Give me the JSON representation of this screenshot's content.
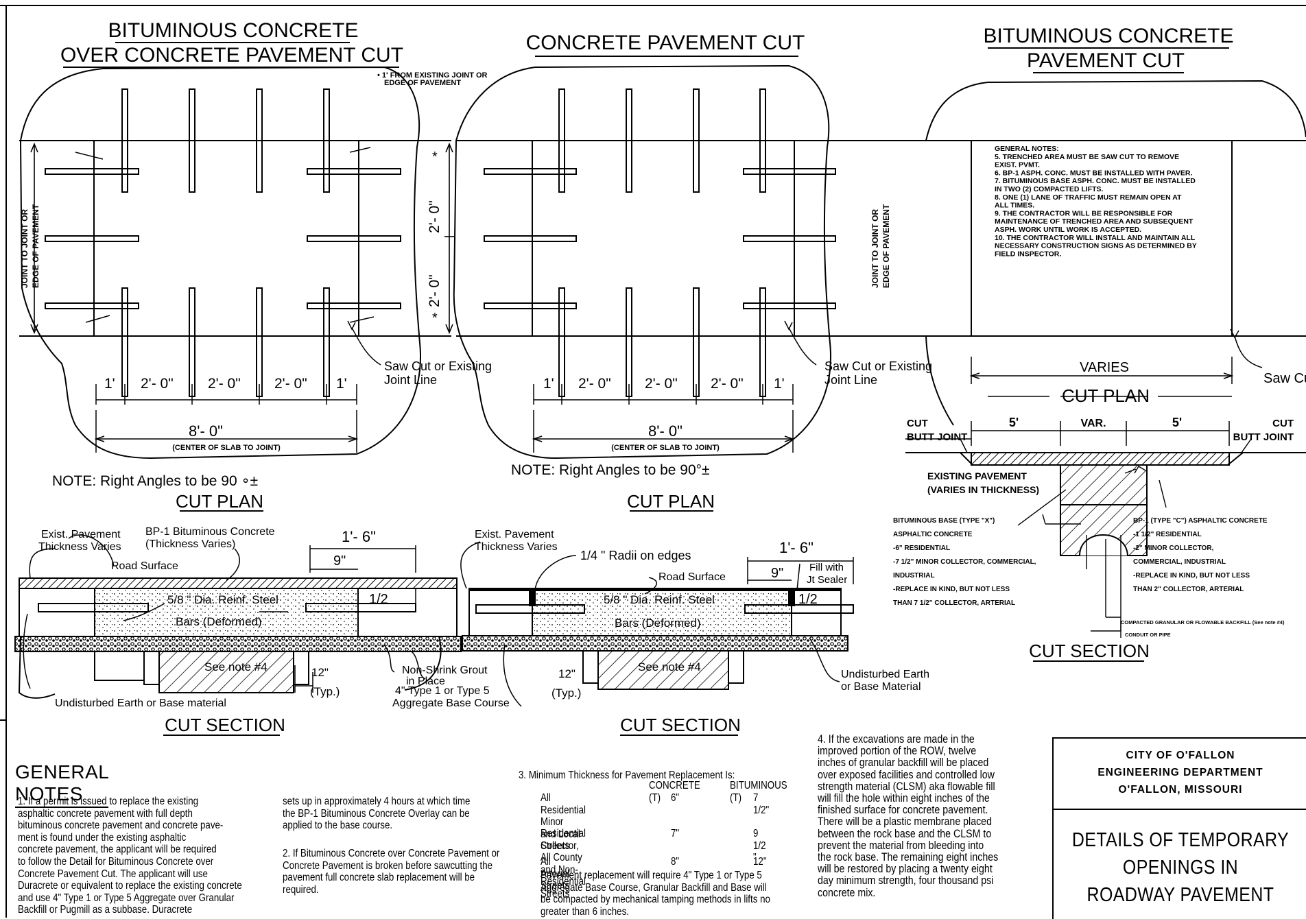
{
  "sections": {
    "bit_over_concrete": {
      "title_line1": "BITUMINOUS CONCRETE",
      "title_line2": "OVER CONCRETE PAVEMENT CUT"
    },
    "concrete": {
      "title": "CONCRETE PAVEMENT CUT"
    },
    "bituminous": {
      "title_line1": "BITUMINOUS CONCRETE",
      "title_line2": "PAVEMENT CUT"
    }
  },
  "plan_labels": {
    "from_joint_note_1": "• 1' FROM EXISTING JOINT OR",
    "from_joint_note_2": "EDGE OF PAVEMENT",
    "joint_to_joint_1": "JOINT TO JOINT OR",
    "joint_to_joint_2": "EDGE OF PAVEMENT",
    "two_foot": "2'- 0\"",
    "star": "*",
    "saw_cut_1": "Saw Cut or Existing",
    "saw_cut_2": "Joint Line",
    "saw_cut_short": "Saw Cu",
    "dim_1ft": "1'",
    "dim_2ft": "2'- 0\"",
    "dim_8ft": "8'- 0\"",
    "center_of_slab": "(CENTER OF SLAB TO JOINT)",
    "note_left": "NOTE:  Right Angles to be 90 ∘±",
    "note_mid": "NOTE:  Right Angles to be 90°±",
    "cut_plan": "CUT PLAN",
    "varies": "VARIES"
  },
  "general_notes_box": [
    "GENERAL NOTES:",
    "5. TRENCHED AREA MUST BE SAW CUT TO REMOVE",
    "EXIST. PVMT.",
    "6. BP-1 ASPH. CONC. MUST BE INSTALLED WITH PAVER.",
    "7. BITUMINOUS BASE ASPH. CONC. MUST BE INSTALLED",
    "IN TWO   (2) COMPACTED LIFTS.",
    "8. ONE (1) LANE OF TRAFFIC MUST REMAIN OPEN AT",
    "ALL   TIMES.",
    "9. THE CONTRACTOR WILL BE RESPONSIBLE FOR",
    "MAINTENANCE   OF TRENCHED AREA AND SUBSEQUENT",
    "ASPH. WORK UNTIL WORK   IS ACCEPTED.",
    "10. THE CONTRACTOR WILL INSTALL AND MAINTAIN ALL",
    "NECESSARY CONSTRUCTION SIGNS AS DETERMINED BY",
    "FIELD INSPECTOR."
  ],
  "bit_section": {
    "cut_butt_joint_1": "CUT",
    "cut_butt_joint_2": "BUTT JOINT",
    "dim_5": "5'",
    "dim_var": "VAR.",
    "existing_pavement_1": "EXISTING PAVEMENT",
    "existing_pavement_2": "(VARIES IN THICKNESS)",
    "base_lines": [
      "BITUMINOUS BASE (TYPE \"X\")",
      "ASPHALTIC CONCRETE",
      "-6\" RESIDENTIAL",
      "-7 1/2\" MINOR COLLECTOR, COMMERCIAL,",
      "INDUSTRIAL",
      "-REPLACE IN KIND, BUT NOT LESS",
      "THAN 7 1/2\" COLLECTOR, ARTERIAL"
    ],
    "bp1_lines": [
      "BP-1 (TYPE \"C\") ASPHALTIC CONCRETE",
      "-1 1/2\" RESIDENTIAL",
      "-2\" MINOR COLLECTOR,",
      "COMMERCIAL, INDUSTRIAL",
      "-REPLACE IN KIND, BUT NOT LESS",
      "THAN 2\" COLLECTOR, ARTERIAL"
    ],
    "backfill": "COMPACTED GRANULAR OR FLOWABLE BACKFILL (See note #4)",
    "conduit": "CONDUIT OR PIPE",
    "cut_section": "CUT SECTION"
  },
  "section_labels": {
    "exist_pavement_1": "Exist. Pavement",
    "exist_pavement_2": "Thickness Varies",
    "bp1_1": "BP-1 Bituminous Concrete",
    "bp1_2": "(Thickness Varies)",
    "road_surface": "Road Surface",
    "dim_1_6": "1'- 6\"",
    "dim_9": "9\"",
    "dim_half": "1/2",
    "steel": "5/8 \" Dia. Reinf. Steel",
    "bars": "Bars (Deformed)",
    "see_note": "See note #4",
    "dim_12": "12\"",
    "typ": "(Typ.)",
    "grout_1": "Non-Shrink Grout",
    "grout_2": "in Place",
    "agg_1": "4\" Type 1 or Type 5",
    "agg_2": "Aggregate Base Course",
    "undisturbed_left": "Undisturbed Earth or Base material",
    "radii": "1/4 \" Radii on edges",
    "fill_1": "Fill with",
    "fill_2": "Jt Sealer",
    "undisturbed_1": "Undisturbed Earth",
    "undisturbed_2": "or Base Material",
    "cut_section": "CUT SECTION"
  },
  "general_notes": {
    "heading": "GENERAL NOTES",
    "note1": "1.  If a permit is issued to replace the existing\nasphaltic concrete pavement with full depth\nbituminous concrete pavement and concrete pave-\nment is found under the existing asphaltic\nconcrete pavement, the applicant will be required\nto follow the Detail for Bituminous Concrete over\nConcrete Pavement Cut.  The applicant will use\nDuracrete or equivalent to replace the existing concrete\nand use 4\" Type 1 or Type 5 Aggregate over Granular\nBackfill or Pugmill as a subbase.  Duracrete",
    "note1_cont": "sets up in approximately 4 hours at which time\nthe BP-1 Bituminous Concrete Overlay can be\napplied to the base course.",
    "note2": "2.  If Bituminous Concrete over Concrete  Pavement or\nConcrete Pavement is broken before sawcutting the\npavement full concrete slab replacement will be\nrequired.",
    "note3_title": "3.  Minimum Thickness for Pavement Replacement Is:",
    "note3_col1": "CONCRETE (T)",
    "note3_col2": "BITUMINOUS (T)",
    "note3_rows": [
      {
        "label": "All Residential Minor\nand Local Streets",
        "concrete": "6\"",
        "bituminous": "7 1/2\""
      },
      {
        "label": "Residential Collector,\nAll County and Non-\nResidential Streets",
        "concrete": "7\"",
        "bituminous": "9 1/2 \""
      },
      {
        "label": "All Arterial Streets",
        "concrete": "8\"",
        "bituminous": "12\""
      }
    ],
    "note3_footer": "Pavement replacement will require 4\" Type 1 or Type 5\nAggregate Base Course, Granular Backfill and Base will\nbe compacted by mechanical tamping methods in lifts no\ngreater than 6 inches.",
    "note4": "4. If the excavations are made in the\nimproved portion of the ROW, twelve\ninches of granular backfill will be placed\nover exposed facilities and controlled low\nstrength material (CLSM) aka flowable fill\nwill fill the hole within eight inches of the\nfinished surface for concrete pavement.\nThere will be a plastic membrane placed\nbetween the rock base and the CLSM to\nprevent the material from bleeding into\nthe rock base. The remaining eight inches\nwill be restored by placing a twenty eight\nday minimum strength, four thousand psi\nconcrete mix."
  },
  "title_block": {
    "agency_1": "CITY OF O'FALLON",
    "agency_2": "ENGINEERING DEPARTMENT",
    "agency_3": "O'FALLON, MISSOURI",
    "title_1": "DETAILS OF TEMPORARY",
    "title_2": "OPENINGS IN",
    "title_3": "ROADWAY PAVEMENT"
  }
}
